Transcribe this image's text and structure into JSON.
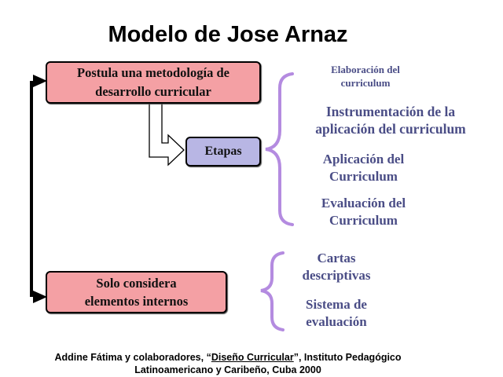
{
  "title": "Modelo de Jose Arnaz",
  "boxes": {
    "methodology": {
      "line1": "Postula una metodología de",
      "line2": "desarrollo curricular"
    },
    "stages": "Etapas",
    "internal": {
      "line1": "Solo considera",
      "line2": "elementos internos"
    }
  },
  "stages_items": [
    {
      "line1": "Elaboración del",
      "line2": "curriculum"
    },
    {
      "line1": "Instrumentación de la",
      "line2": "aplicación del curriculum"
    },
    {
      "line1": "Aplicación del",
      "line2": "Curriculum"
    },
    {
      "line1": "Evaluación del",
      "line2": "Curriculum"
    }
  ],
  "internal_items": [
    {
      "line1": "Cartas",
      "line2": "descriptivas"
    },
    {
      "line1": "Sistema de",
      "line2": "evaluación"
    }
  ],
  "footer": {
    "prefix": "Addine Fátima y colaboradores, “",
    "underlined": "Diseño Curricular",
    "suffix": "”, Instituto Pedagógico",
    "line2": "Latinoamericano y Caribeño, Cuba 2000"
  },
  "colors": {
    "pink_box": "#f4a0a4",
    "blue_box": "#b8b6e4",
    "brace": "#b48be0",
    "item_text": "#4a4d86"
  }
}
